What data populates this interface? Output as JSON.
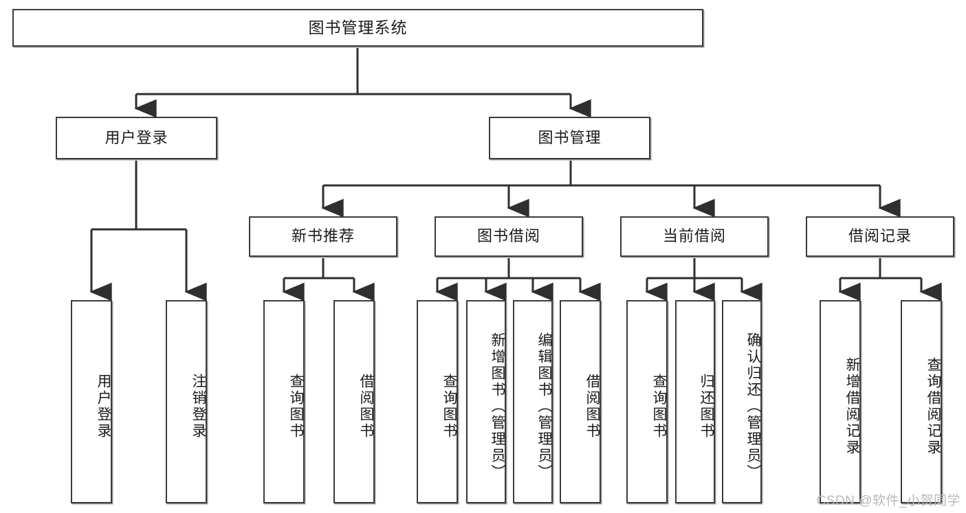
{
  "diagram": {
    "title": "图书管理系统",
    "type": "hierarchy-tree",
    "watermark": "CSDN @软件_小贺同学",
    "colors": {
      "box_border": "#3a3a3a",
      "box_fill": "#ffffff",
      "connector": "#2f2f2f",
      "shadow": "#9a9a9a",
      "watermark": "#b9b9b9"
    },
    "levels": {
      "root": {
        "label": "图书管理系统"
      },
      "level2": [
        {
          "label": "用户登录"
        },
        {
          "label": "图书管理"
        }
      ],
      "level3": [
        {
          "label": "新书推荐"
        },
        {
          "label": "图书借阅"
        },
        {
          "label": "当前借阅"
        },
        {
          "label": "借阅记录"
        }
      ],
      "leaves": {
        "user_login": [
          {
            "label": "用户登录"
          },
          {
            "label": "注销登录"
          }
        ],
        "new_book_recommend": [
          {
            "label": "查询图书"
          },
          {
            "label": "借阅图书"
          }
        ],
        "book_borrow": [
          {
            "label": "查询图书"
          },
          {
            "label": "新增图书（管理员）"
          },
          {
            "label": "编辑图书（管理员）"
          },
          {
            "label": "借阅图书"
          }
        ],
        "current_borrow": [
          {
            "label": "查询图书"
          },
          {
            "label": "归还图书"
          },
          {
            "label": "确认归还（管理员）"
          }
        ],
        "borrow_record": [
          {
            "label": "新增借阅记录"
          },
          {
            "label": "查询借阅记录"
          }
        ]
      }
    }
  }
}
